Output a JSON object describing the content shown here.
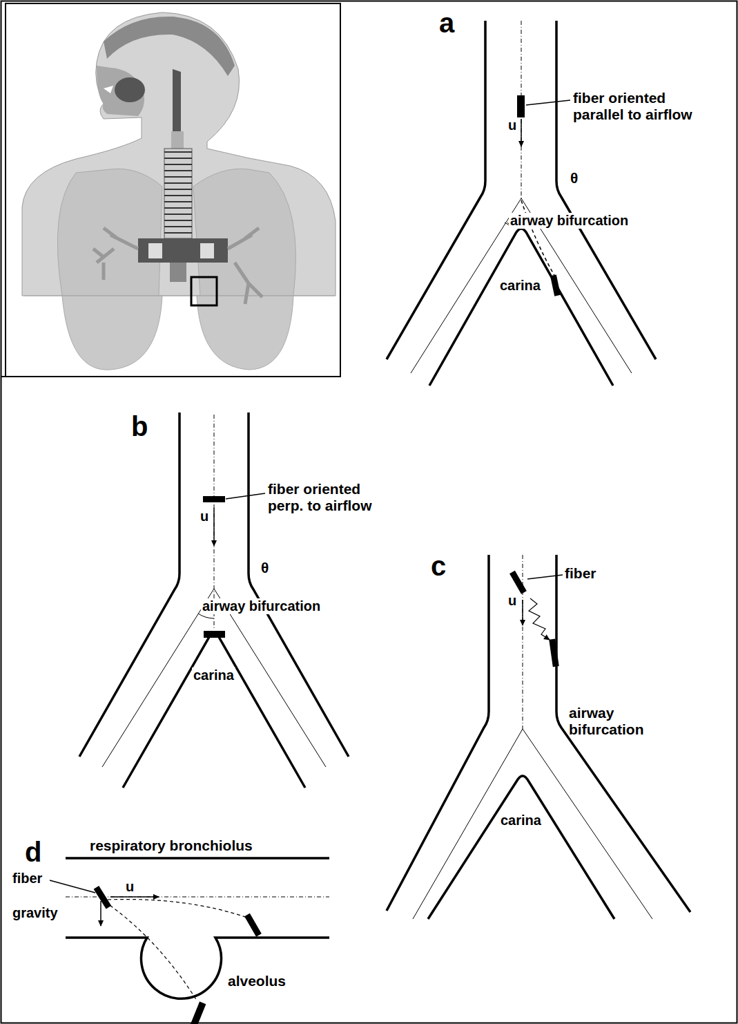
{
  "diagram": {
    "labels": [
      "a",
      "fiber oriented parallel to airflow",
      "u",
      "θ",
      "airway bifurcation",
      "carina",
      "b",
      "fiber oriented perp. to airflow",
      "u",
      "θ",
      "airway bifurcation",
      "carina",
      "c",
      "fiber",
      "u",
      "airway bifurcation",
      "carina",
      "d",
      "respiratory bronchiolus",
      "fiber",
      "u",
      "gravity",
      "alveolus"
    ]
  }
}
